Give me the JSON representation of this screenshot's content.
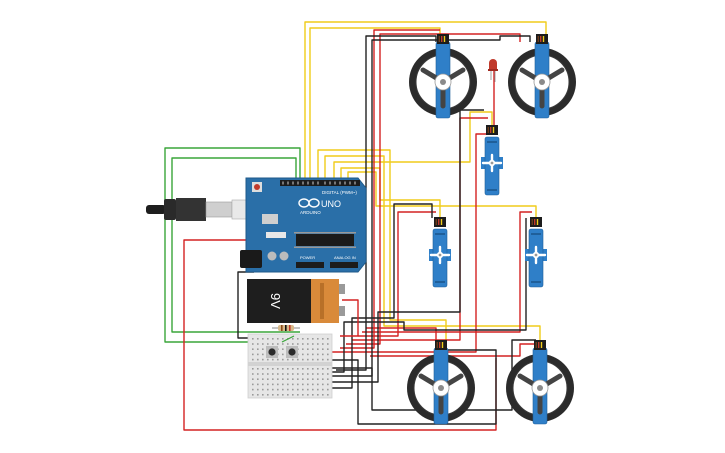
{
  "colors": {
    "background": "#ffffff",
    "board_blue": "#2a6fa8",
    "servo_blue": "#2f7fc8",
    "wheel_black": "#2b2b2b",
    "wire_red": "#d42222",
    "wire_black": "#222222",
    "wire_yellow": "#f0cc1a",
    "wire_green": "#3aa63a",
    "battery_orange": "#d98a3a",
    "breadboard": "#e6e6e6"
  },
  "board": {
    "logo_text": "UNO",
    "brand_text": "ARDUINO",
    "digital_header_label": "DIGITAL (PWM~)",
    "power_label": "POWER",
    "analog_label": "ANALOG IN"
  },
  "battery": {
    "label": "9V"
  },
  "icons": {
    "usb": "usb-cable-icon",
    "led": "led-icon",
    "resistor": "resistor-icon",
    "button": "pushbutton-icon"
  }
}
